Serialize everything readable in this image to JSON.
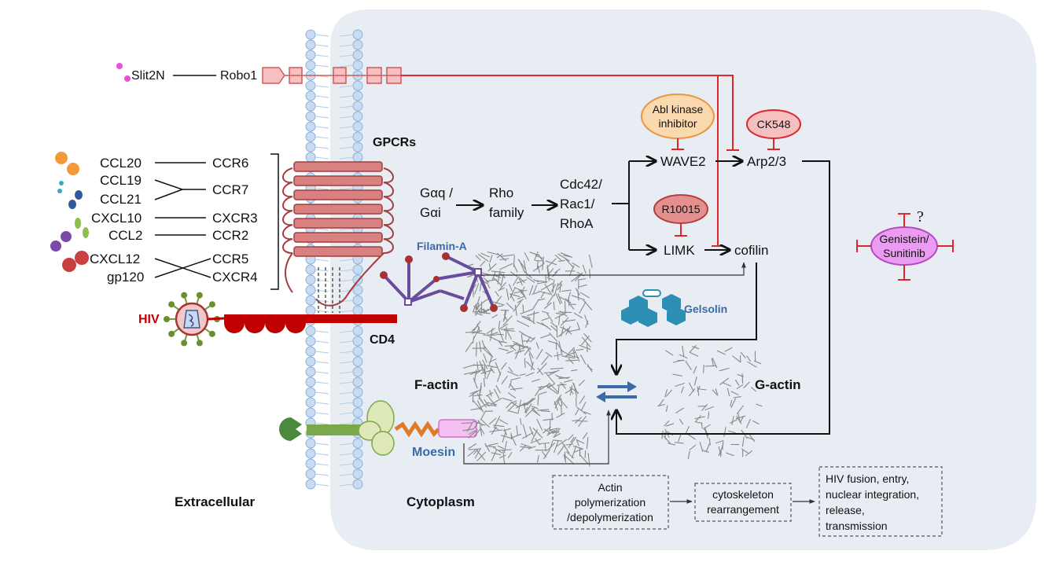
{
  "ligands": {
    "slit2n": "Slit2N",
    "robo1": "Robo1",
    "ccl20": "CCL20",
    "ccr6": "CCR6",
    "ccl19": "CCL19",
    "ccl21": "CCL21",
    "ccr7": "CCR7",
    "cxcl10": "CXCL10",
    "cxcr3": "CXCR3",
    "ccl2": "CCL2",
    "ccr2": "CCR2",
    "cxcl12": "CXCL12",
    "ccr5": "CCR5",
    "gp120": "gp120",
    "cxcr4": "CXCR4"
  },
  "membrane": {
    "gpcrs": "GPCRs",
    "hiv": "HIV",
    "cd4": "CD4",
    "extracellular": "Extracellular",
    "cytoplasm": "Cytoplasm"
  },
  "pathway": {
    "gq_line1": "Gαq /",
    "gq_line2": "Gαi",
    "rho_line1": "Rho",
    "rho_line2": "family",
    "cdc_line1": "Cdc42/",
    "cdc_line2": "Rac1/",
    "cdc_line3": "RhoA",
    "wave2": "WAVE2",
    "arp": "Arp2/3",
    "limk": "LIMK",
    "cofilin": "cofilin",
    "abl_line1": "Abl kinase",
    "abl_line2": "inhibitor",
    "ck548": "CK548",
    "r10015": "R10015",
    "gen_line1": "Genistein/",
    "gen_line2": "Sunitinib",
    "question": "?"
  },
  "cytoskeleton": {
    "filamin": "Filamin-A",
    "gelsolin": "Gelsolin",
    "factin": "F-actin",
    "gactin": "G-actin",
    "moesin": "Moesin"
  },
  "boxes": {
    "actin_line1": "Actin",
    "actin_line2": "polymerization",
    "actin_line3": "/depolymerization",
    "cyto_line1": "cytoskeleton",
    "cyto_line2": "rearrangement",
    "hiv_line1": "HIV fusion, entry,",
    "hiv_line2": "nuclear integration,",
    "hiv_line3": "release,",
    "hiv_line4": "transmission"
  },
  "colors": {
    "cell": "#e8edf4",
    "inhibit": "#e0262b",
    "receptor": "#d98080",
    "lipid": "#c7dcf2",
    "filamin": "#6a4c9c",
    "gelsolin": "#2e8fb5",
    "hiv_red": "#c00000",
    "genistein_fill": "#eb9cf2"
  }
}
